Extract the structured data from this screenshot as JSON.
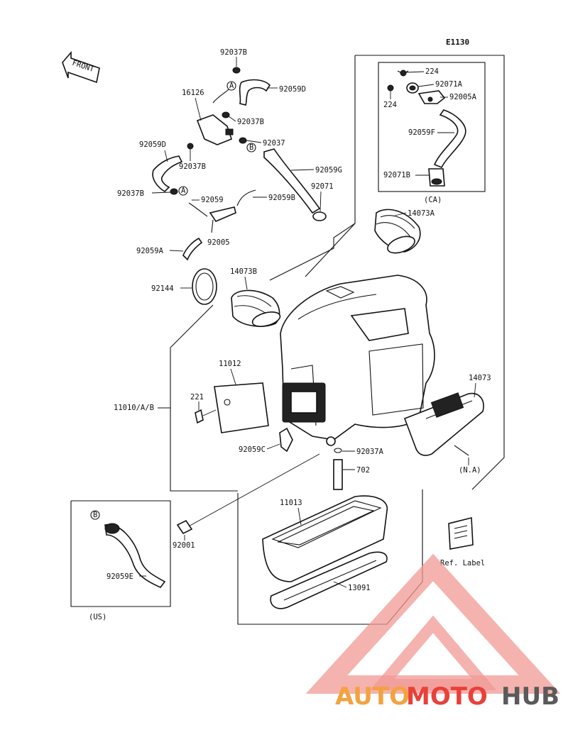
{
  "diagram_code": "E1130",
  "front_label": "FRONT",
  "callout_letters": {
    "a": "A",
    "b": "B"
  },
  "part_labels": {
    "p92037B_top": "92037B",
    "p92059D_top": "92059D",
    "p16126": "16126",
    "p92037B_mid": "92037B",
    "p92059D_left": "92059D",
    "p92037B_left": "92037B",
    "p92037": "92037",
    "p92059G": "92059G",
    "p92037B_low": "92037B",
    "p92059": "92059",
    "p92059B": "92059B",
    "p92071": "92071",
    "p92005": "92005",
    "p92059A": "92059A",
    "p14073A": "14073A",
    "p14073B": "14073B",
    "p92144": "92144",
    "p11012": "11012",
    "p221": "221",
    "p11010": "11010/A/B",
    "p14073": "14073",
    "p92059C": "92059C",
    "p92037A": "92037A",
    "p702": "702",
    "p11013": "11013",
    "p92001": "92001",
    "p92059E": "92059E",
    "p13091": "13091",
    "ref_label": "Ref. Label"
  },
  "ca_box": {
    "labels": {
      "p224_a": "224",
      "p224_b": "224",
      "p92071A": "92071A",
      "p92005A": "92005A",
      "p92059F": "92059F",
      "p92071B": "92071B"
    },
    "region": "(CA)"
  },
  "us_box": {
    "region": "(US)"
  },
  "na_region": "(N.A)",
  "watermark": {
    "auto": "AUTO",
    "moto": "MOTO",
    "hub": "HUB"
  },
  "colors": {
    "line": "#111111",
    "watermark_red": "#e8413a",
    "watermark_orange": "#f2a340",
    "watermark_gray": "#5a5a5a",
    "watermark_triangle": "#f09a94"
  }
}
